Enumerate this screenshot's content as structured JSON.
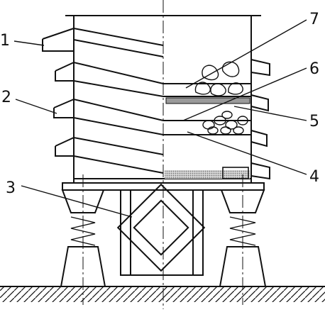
{
  "diagram": {
    "callouts": [
      {
        "id": "1",
        "text": "1"
      },
      {
        "id": "2",
        "text": "2"
      },
      {
        "id": "3",
        "text": "3"
      },
      {
        "id": "4",
        "text": "4"
      },
      {
        "id": "5",
        "text": "5"
      },
      {
        "id": "6",
        "text": "6"
      },
      {
        "id": "7",
        "text": "7"
      }
    ],
    "colors": {
      "ink": "#111111",
      "background": "#ffffff",
      "fill_gray": "#9a9a9a"
    }
  }
}
